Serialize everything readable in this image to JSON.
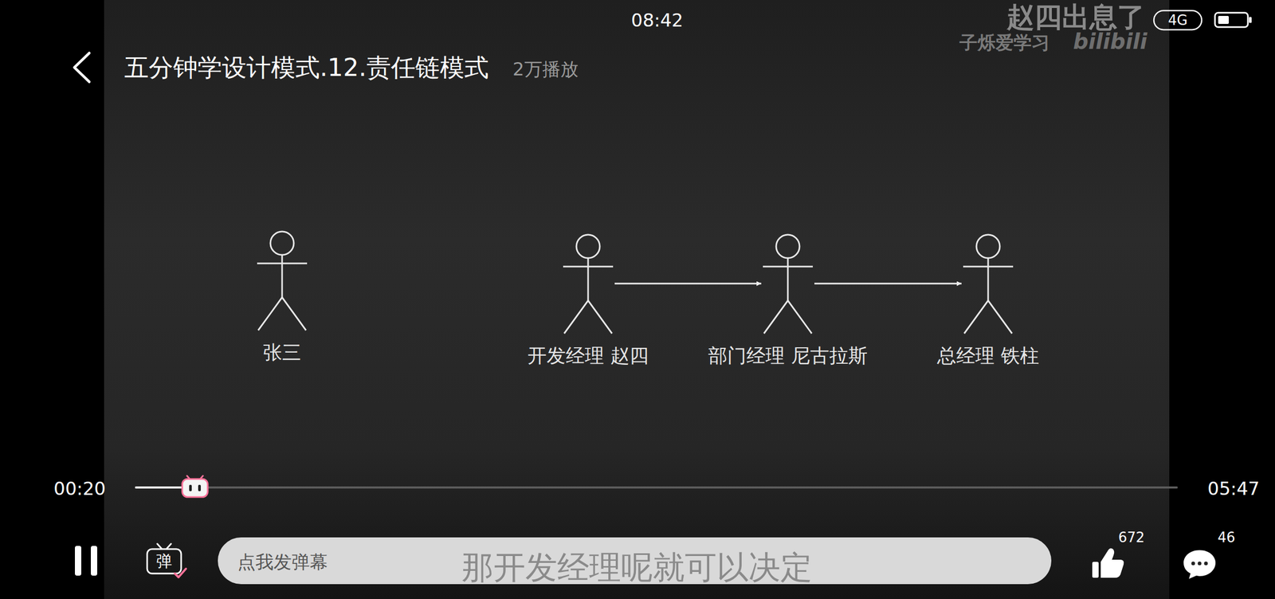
{
  "diagram": {
    "title": "五分钟学设计模式.12.责任链模式",
    "nodes": [
      {
        "text": [
          "张三"
        ]
      },
      {
        "text": [
          "开发经理 赵四"
        ]
      },
      {
        "text": [
          "部门经理 尼古拉斯"
        ]
      },
      {
        "text": [
          "总经理 铁柱"
        ]
      }
    ],
    "edges": [
      {
        "from": 1,
        "to": 2,
        "arrow": "to"
      },
      {
        "from": 2,
        "to": 3,
        "arrow": "to"
      }
    ],
    "labels": [
      "08:42",
      "赵四出息了",
      "4G",
      "子烁爱学习",
      "bilibili",
      "2万播放",
      "00:20",
      "05:47",
      "弹",
      "点我发弹幕",
      "那开发经理呢就可以决定",
      "672",
      "46"
    ]
  }
}
